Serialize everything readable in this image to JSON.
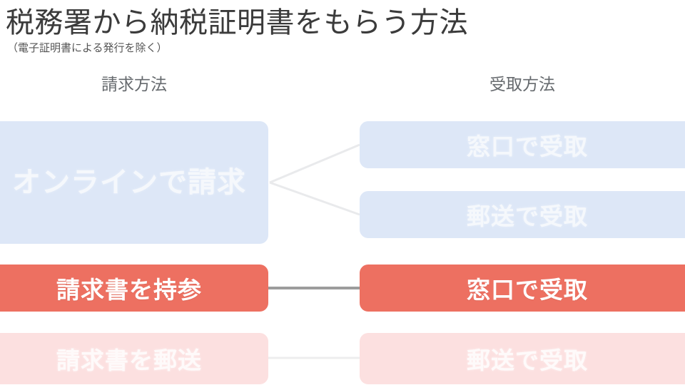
{
  "slide": {
    "title": "税務署から納税証明書をもらう方法",
    "subtitle": "（電子証明書による発行を除く）",
    "background_color": "#ffffff"
  },
  "columns": {
    "request_header": "請求方法",
    "receive_header": "受取方法"
  },
  "colors": {
    "blue_fill": "#dde7f7",
    "coral_fill": "#ed7061",
    "pink_fill": "#fce0e0",
    "title_text": "#3b3b3b",
    "header_text": "#666a6e",
    "box_text": "#ffffff",
    "connector_faint": "#e9eaec",
    "connector_strong": "#9c9c9c",
    "connector_ghost": "#ededee"
  },
  "rows": [
    {
      "request": "オンラインで請求",
      "request_state": "inactive",
      "receive": [
        "窓口で受取",
        "郵送で受取"
      ],
      "receive_state": "inactive",
      "connector": "fork"
    },
    {
      "request": "請求書を持参",
      "request_state": "active",
      "receive": [
        "窓口で受取"
      ],
      "receive_state": "active",
      "connector": "straight"
    },
    {
      "request": "請求書を郵送",
      "request_state": "inactive",
      "receive": [
        "郵送で受取"
      ],
      "receive_state": "inactive",
      "connector": "straight"
    }
  ]
}
